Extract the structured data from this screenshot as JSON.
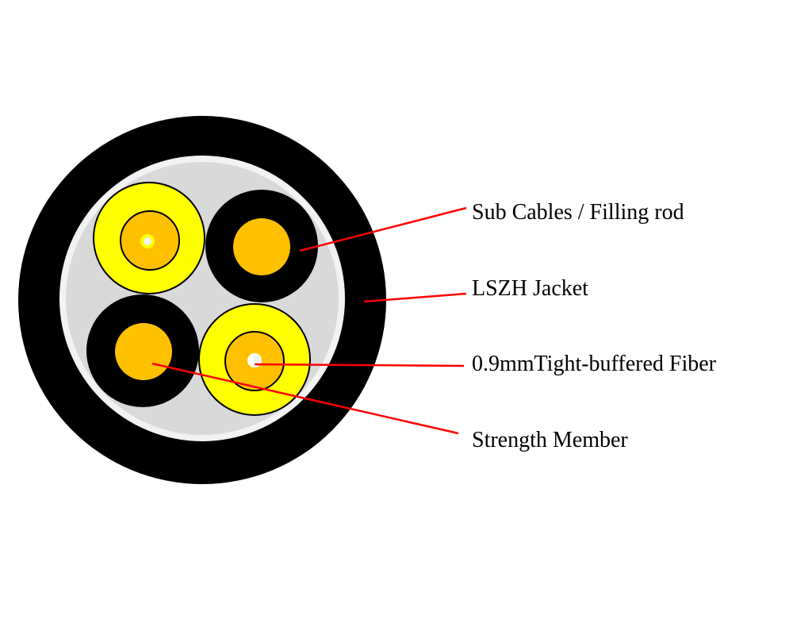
{
  "labels": {
    "sub_cables": "Sub Cables / Filling rod",
    "jacket": "LSZH Jacket",
    "fiber": "0.9mmTight-buffered Fiber",
    "strength": "Strength Member"
  },
  "colors": {
    "jacket": "#000000",
    "inner_ring": "#f2f2f2",
    "filler": "#d9d9d9",
    "buffer": "#ffff00",
    "aramid": "#ffc000",
    "core": "#f2f2f2",
    "leader": "#ff0000"
  }
}
